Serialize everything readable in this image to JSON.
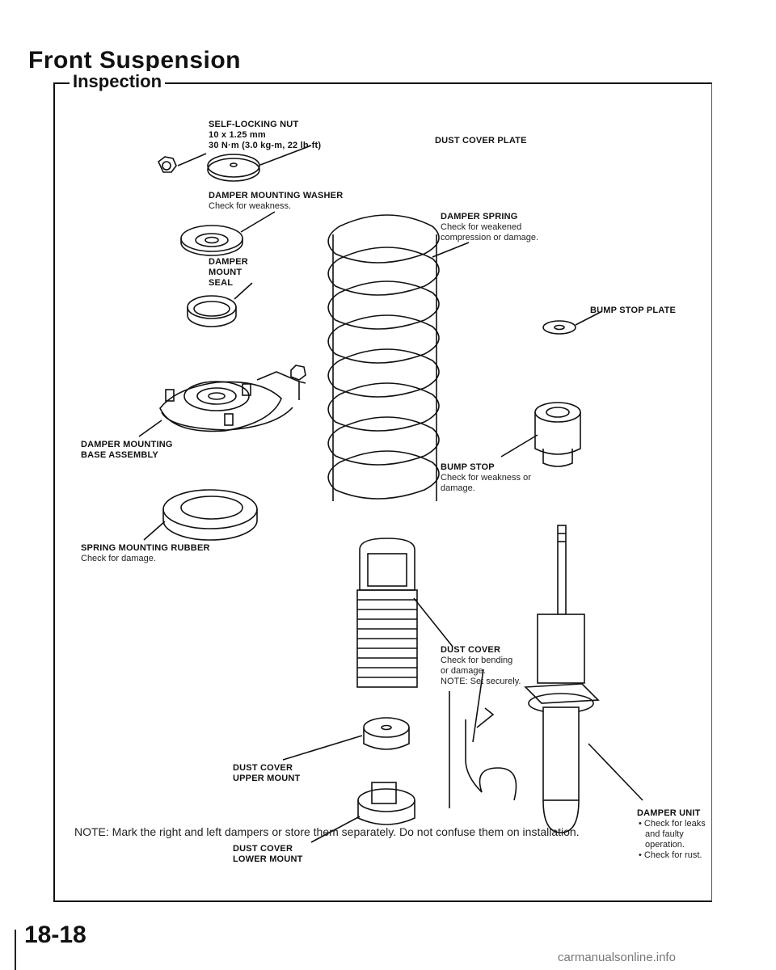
{
  "page": {
    "title": "Front Suspension",
    "section": "Inspection",
    "page_number": "18-18",
    "watermark": "carmanualsonline.info"
  },
  "labels": {
    "self_locking_nut": {
      "name": "SELF-LOCKING NUT",
      "l1": "10 x 1.25 mm",
      "l2": "30 N·m (3.0 kg-m, 22 lb-ft)"
    },
    "dust_cover_plate": {
      "name": "DUST COVER PLATE"
    },
    "damper_mounting_washer": {
      "name": "DAMPER MOUNTING WASHER",
      "l1": "Check for weakness."
    },
    "damper_spring": {
      "name": "DAMPER SPRING",
      "l1": "Check for weakened",
      "l2": "compression or damage."
    },
    "damper_mount_seal": {
      "l1": "DAMPER",
      "l2": "MOUNT",
      "l3": "SEAL"
    },
    "bump_stop_plate": {
      "name": "BUMP STOP PLATE"
    },
    "damper_mounting_base": {
      "l1": "DAMPER MOUNTING",
      "l2": "BASE ASSEMBLY"
    },
    "bump_stop": {
      "name": "BUMP STOP",
      "l1": "Check for weakness or",
      "l2": "damage."
    },
    "spring_mounting_rubber": {
      "name": "SPRING MOUNTING RUBBER",
      "l1": "Check for damage."
    },
    "dust_cover": {
      "name": "DUST COVER",
      "l1": "Check for bending",
      "l2": "or damage.",
      "l3": "NOTE: Set securely."
    },
    "dust_cover_upper": {
      "l1": "DUST COVER",
      "l2": "UPPER MOUNT"
    },
    "dust_cover_lower": {
      "l1": "DUST COVER",
      "l2": "LOWER MOUNT"
    },
    "damper_unit": {
      "name": "DAMPER UNIT",
      "b1": "Check for leaks and",
      "b1b": "faulty operation.",
      "b2": "Check for rust."
    }
  },
  "note": "NOTE:  Mark the right and left dampers or store them separately.  Do not confuse them on installation."
}
